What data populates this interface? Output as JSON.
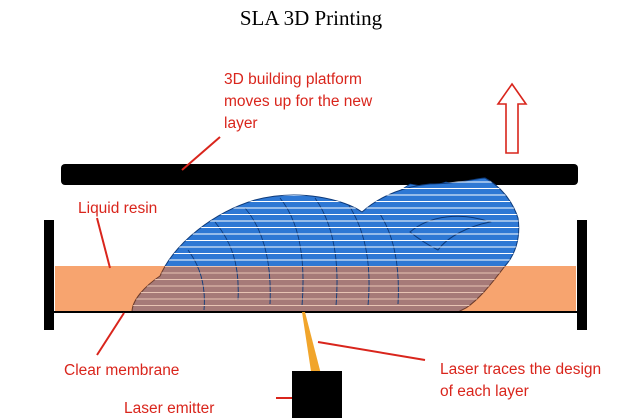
{
  "title": "SLA 3D Printing",
  "labels": {
    "platform": [
      "3D building platform",
      "moves up for the new",
      "layer"
    ],
    "resin": [
      "Liquid resin"
    ],
    "membrane": [
      "Clear membrane"
    ],
    "laser_traces": [
      "Laser traces the design",
      "of each layer"
    ],
    "emitter": [
      "Laser emitter"
    ]
  },
  "colors": {
    "label_text": "#d9251c",
    "leader_line": "#d9251c",
    "resin": "#f7a46f",
    "model": "#2e78d4",
    "model_submerged": "#a67a78",
    "platform": "#000000",
    "arrow_outline": "#d9251c",
    "laser": "#f0a020"
  }
}
